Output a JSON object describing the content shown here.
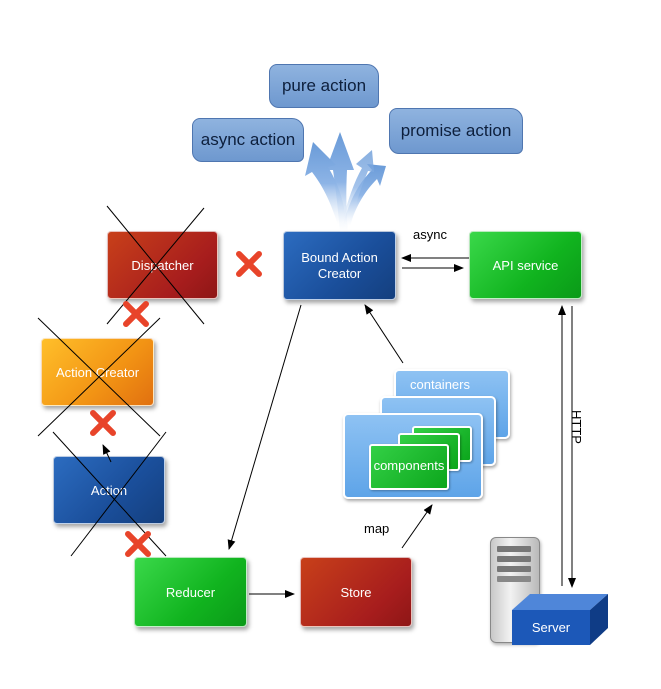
{
  "clouds": {
    "pure": "pure action",
    "async": "async action",
    "promise": "promise action"
  },
  "nodes": {
    "dispatcher": "Dispatcher",
    "action_creator": "Action Creator",
    "action": "Action",
    "bound_action_creator": "Bound Action Creator",
    "api_service": "API service",
    "containers": "containers",
    "components": "components",
    "reducer": "Reducer",
    "store": "Store",
    "server": "Server"
  },
  "edge_labels": {
    "async": "async",
    "http": "HTTP",
    "map": "map"
  },
  "colors": {
    "red_box": "#b22a1a",
    "orange_box": "#f29314",
    "blue_box": "#1a4e9a",
    "green_box": "#11b41f",
    "x_mark": "#e8442a"
  }
}
